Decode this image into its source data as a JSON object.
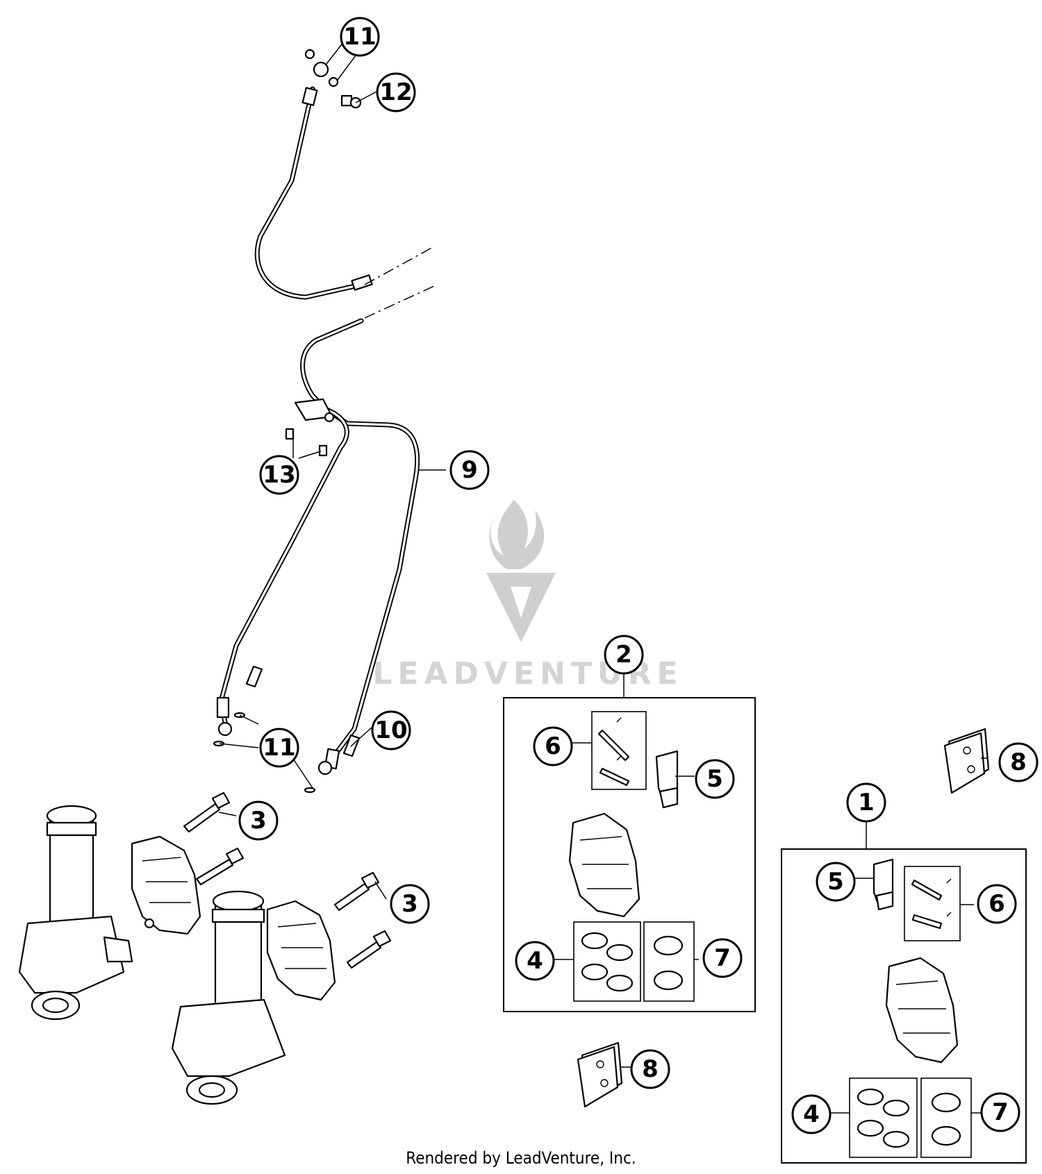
{
  "watermark": {
    "text": "LEADVENTURE"
  },
  "footer": {
    "text": "Rendered by LeadVenture, Inc."
  },
  "callouts": {
    "c11_top": "11",
    "c12": "12",
    "c13": "13",
    "c9": "9",
    "c10": "10",
    "c11_bottom": "11",
    "c3_upper": "3",
    "c3_lower": "3",
    "c2": "2",
    "c6_kit2": "6",
    "c5_kit2": "5",
    "c4_kit2": "4",
    "c7_kit2": "7",
    "c8_lower": "8",
    "c8_upper": "8",
    "c1": "1",
    "c5_kit1": "5",
    "c6_kit1": "6",
    "c4_kit1": "4",
    "c7_kit1": "7"
  },
  "colors": {
    "line": "#000000",
    "background": "#ffffff",
    "watermark": "#cfcfcf"
  }
}
